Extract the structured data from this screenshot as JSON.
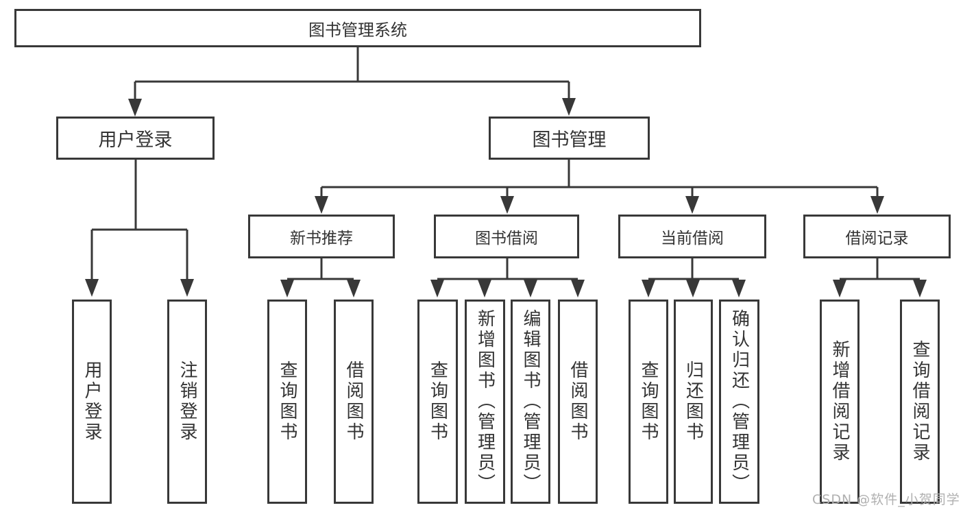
{
  "colors": {
    "line": "#383838",
    "text": "#333333",
    "watermark": "#b0b0b0",
    "background": "#ffffff"
  },
  "watermark": {
    "text": "CSDN @软件_小贺同学"
  },
  "tree": {
    "label": "图书管理系统",
    "children": [
      {
        "label": "用户登录",
        "children": [
          {
            "label": "用户登录"
          },
          {
            "label": "注销登录"
          }
        ]
      },
      {
        "label": "图书管理",
        "children": [
          {
            "label": "新书推荐",
            "children": [
              {
                "label": "查询图书"
              },
              {
                "label": "借阅图书"
              }
            ]
          },
          {
            "label": "图书借阅",
            "children": [
              {
                "label": "查询图书"
              },
              {
                "label": "新增图书（管理员）"
              },
              {
                "label": "编辑图书（管理员）"
              },
              {
                "label": "借阅图书"
              }
            ]
          },
          {
            "label": "当前借阅",
            "children": [
              {
                "label": "查询图书"
              },
              {
                "label": "归还图书"
              },
              {
                "label": "确认归还（管理员）"
              }
            ]
          },
          {
            "label": "借阅记录",
            "children": [
              {
                "label": "新增借阅记录"
              },
              {
                "label": "查询借阅记录"
              }
            ]
          }
        ]
      }
    ]
  }
}
